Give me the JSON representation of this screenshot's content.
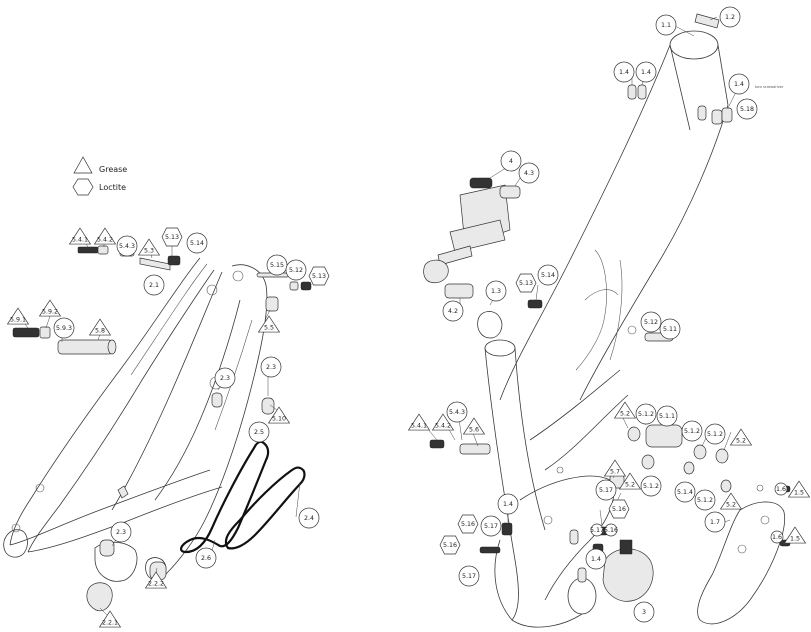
{
  "legend": {
    "grease": "Grease",
    "loctite": "Loctite"
  },
  "note": "torx screwdriver",
  "callouts": [
    {
      "id": "c1",
      "label": "1.1",
      "shape": "circle"
    },
    {
      "id": "c2",
      "label": "1.2",
      "shape": "circle"
    },
    {
      "id": "c3",
      "label": "1.4",
      "shape": "circle"
    },
    {
      "id": "c4",
      "label": "1.4",
      "shape": "circle"
    },
    {
      "id": "c5",
      "label": "1.4",
      "shape": "circle"
    },
    {
      "id": "c6",
      "label": "5.18",
      "shape": "circle"
    },
    {
      "id": "c7",
      "label": "4",
      "shape": "circle"
    },
    {
      "id": "c8",
      "label": "4.3",
      "shape": "circle"
    },
    {
      "id": "c9",
      "label": "5.4.1",
      "shape": "triangle"
    },
    {
      "id": "c10",
      "label": "5.4.2",
      "shape": "triangle"
    },
    {
      "id": "c11",
      "label": "5.4.3",
      "shape": "circle"
    },
    {
      "id": "c12",
      "label": "5.3",
      "shape": "triangle"
    },
    {
      "id": "c13",
      "label": "5.13",
      "shape": "hexagon"
    },
    {
      "id": "c14",
      "label": "5.14",
      "shape": "circle"
    },
    {
      "id": "c15",
      "label": "2.1",
      "shape": "circle"
    },
    {
      "id": "c16",
      "label": "5.15",
      "shape": "circle"
    },
    {
      "id": "c17",
      "label": "5.12",
      "shape": "circle"
    },
    {
      "id": "c18",
      "label": "5.13",
      "shape": "hexagon"
    },
    {
      "id": "c19",
      "label": "5.9.1",
      "shape": "triangle"
    },
    {
      "id": "c20",
      "label": "5.9.2",
      "shape": "triangle"
    },
    {
      "id": "c21",
      "label": "5.9.3",
      "shape": "circle"
    },
    {
      "id": "c22",
      "label": "5.8",
      "shape": "triangle"
    },
    {
      "id": "c23",
      "label": "5.5",
      "shape": "triangle"
    },
    {
      "id": "c24",
      "label": "2.3",
      "shape": "circle"
    },
    {
      "id": "c25",
      "label": "2.3",
      "shape": "circle"
    },
    {
      "id": "c26",
      "label": "5.10",
      "shape": "triangle"
    },
    {
      "id": "c27",
      "label": "2.5",
      "shape": "circle"
    },
    {
      "id": "c28",
      "label": "2.4",
      "shape": "circle"
    },
    {
      "id": "c29",
      "label": "2.3",
      "shape": "circle"
    },
    {
      "id": "c30",
      "label": "2.6",
      "shape": "circle"
    },
    {
      "id": "c31",
      "label": "2.2.2",
      "shape": "triangle"
    },
    {
      "id": "c32",
      "label": "2.2.1",
      "shape": "triangle"
    },
    {
      "id": "c33",
      "label": "5.13",
      "shape": "hexagon"
    },
    {
      "id": "c34",
      "label": "5.14",
      "shape": "circle"
    },
    {
      "id": "c35",
      "label": "1.3",
      "shape": "circle"
    },
    {
      "id": "c36",
      "label": "4.2",
      "shape": "circle"
    },
    {
      "id": "c37",
      "label": "5.12",
      "shape": "circle"
    },
    {
      "id": "c38",
      "label": "5.11",
      "shape": "circle"
    },
    {
      "id": "c39",
      "label": "5.4.1",
      "shape": "triangle"
    },
    {
      "id": "c40",
      "label": "5.4.2",
      "shape": "triangle"
    },
    {
      "id": "c41",
      "label": "5.4.3",
      "shape": "circle"
    },
    {
      "id": "c42",
      "label": "5.6",
      "shape": "triangle"
    },
    {
      "id": "c43",
      "label": "5.2",
      "shape": "triangle"
    },
    {
      "id": "c44",
      "label": "5.1.2",
      "shape": "circle"
    },
    {
      "id": "c45",
      "label": "5.1.1",
      "shape": "circle"
    },
    {
      "id": "c46",
      "label": "5.1.2",
      "shape": "circle"
    },
    {
      "id": "c47",
      "label": "5.1.2",
      "shape": "circle"
    },
    {
      "id": "c48",
      "label": "5.2",
      "shape": "triangle"
    },
    {
      "id": "c49",
      "label": "5.7",
      "shape": "triangle"
    },
    {
      "id": "c50",
      "label": "5.2",
      "shape": "triangle"
    },
    {
      "id": "c51",
      "label": "5.1.2",
      "shape": "circle"
    },
    {
      "id": "c52",
      "label": "5.1.4",
      "shape": "circle"
    },
    {
      "id": "c53",
      "label": "5.1.2",
      "shape": "circle"
    },
    {
      "id": "c54",
      "label": "5.2",
      "shape": "triangle"
    },
    {
      "id": "c55",
      "label": "5.17",
      "shape": "circle"
    },
    {
      "id": "c56",
      "label": "5.16",
      "shape": "hexagon"
    },
    {
      "id": "c57",
      "label": "1.4",
      "shape": "circle"
    },
    {
      "id": "c58",
      "label": "5.16",
      "shape": "hexagon"
    },
    {
      "id": "c59",
      "label": "5.17",
      "shape": "circle"
    },
    {
      "id": "c60",
      "label": "5.17",
      "shape": "circle"
    },
    {
      "id": "c61",
      "label": "5.16",
      "shape": "circle"
    },
    {
      "id": "c62",
      "label": "5.16",
      "shape": "hexagon"
    },
    {
      "id": "c63",
      "label": "5.17",
      "shape": "circle"
    },
    {
      "id": "c64",
      "label": "1.4",
      "shape": "circle"
    },
    {
      "id": "c65",
      "label": "3",
      "shape": "circle"
    },
    {
      "id": "c66",
      "label": "1.6",
      "shape": "circle"
    },
    {
      "id": "c67",
      "label": "1.5",
      "shape": "triangle"
    },
    {
      "id": "c68",
      "label": "1.7",
      "shape": "circle"
    },
    {
      "id": "c69",
      "label": "1.6",
      "shape": "circle"
    },
    {
      "id": "c70",
      "label": "1.5",
      "shape": "triangle"
    }
  ]
}
